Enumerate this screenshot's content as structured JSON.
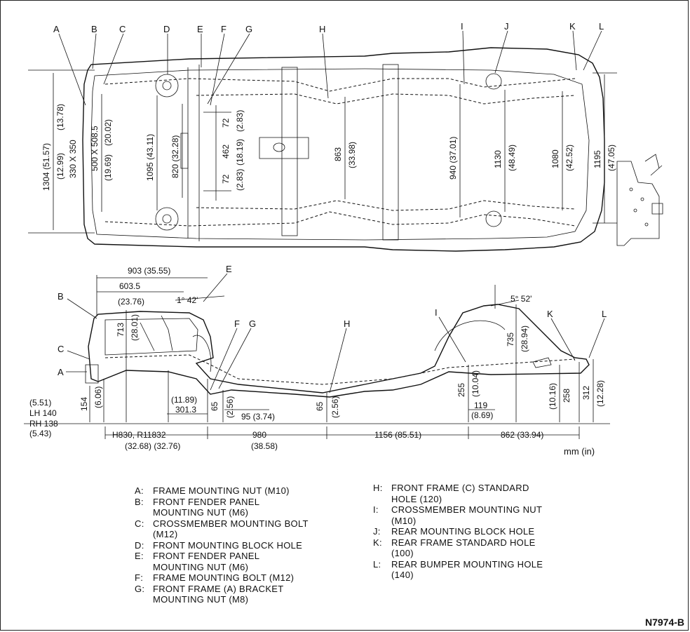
{
  "figure_id": "N7974-B",
  "units": "mm (in)",
  "top_view": {
    "point_letters": [
      "A",
      "B",
      "C",
      "D",
      "E",
      "F",
      "G",
      "H",
      "I",
      "J",
      "K",
      "L"
    ],
    "dims": {
      "d1304": "1304 (51.57)",
      "d12_99": "(12.99)",
      "d13_78": "(13.78)",
      "d330": "330 X 350",
      "d500": "500 X 508.5",
      "d19_69": "(19.69)",
      "d20_02": "(20.02)",
      "d1095": "1095 (43.11)",
      "d820": "820 (32.28)",
      "d72a": "72",
      "d2_83a": "(2.83)",
      "d462": "462",
      "d18_19": "(18.19)",
      "d72b": "72",
      "d2_83b": "(2.83)",
      "d863": "863",
      "d33_98": "(33.98)",
      "d940": "940 (37.01)",
      "d1130": "1130",
      "d48_49": "(48.49)",
      "d1080": "1080",
      "d42_52": "(42.52)",
      "d1195": "1195",
      "d47_05": "(47.05)"
    }
  },
  "side_view": {
    "point_letters": [
      "A",
      "B",
      "C",
      "E",
      "F",
      "G",
      "H",
      "I",
      "K",
      "L"
    ],
    "dims": {
      "d903": "903 (35.55)",
      "d603": "603.5",
      "d23_76": "(23.76)",
      "angle1": "1° 42'",
      "d713": "713",
      "d28_01": "(28.01)",
      "d5_51": "(5.51)",
      "lh140": "LH 140",
      "rh138": "RH 138",
      "d5_43": "(5.43)",
      "d154": "154",
      "d6_06": "(6.06)",
      "d11_89": "(11.89)",
      "d301": "301.3",
      "d65a": "65",
      "d2_56a": "(2.56)",
      "d95": "95 (3.74)",
      "d65b": "65",
      "d2_56b": "(2.56)",
      "angle2": "5° 52'",
      "d735": "735",
      "d28_94": "(28.94)",
      "d255": "255",
      "d10_04": "(10.04)",
      "d119": "119",
      "d8_69": "(8.69)",
      "d258": "258",
      "d10_16": "(10.16)",
      "d312": "312",
      "d12_28": "(12.28)",
      "h830": "H830, R11832",
      "d32_68": "(32.68) (32.76)",
      "d980": "980",
      "d38_58": "(38.58)",
      "d1156": "1156 (85.51)",
      "d862": "862 (33.94)"
    }
  },
  "legend_left": [
    {
      "key": "A:",
      "text": "FRAME MOUNTING NUT (M10)"
    },
    {
      "key": "B:",
      "text": "FRONT FENDER PANEL\nMOUNTING NUT (M6)"
    },
    {
      "key": "C:",
      "text": "CROSSMEMBER MOUNTING BOLT\n(M12)"
    },
    {
      "key": "D:",
      "text": "FRONT MOUNTING BLOCK HOLE"
    },
    {
      "key": "E:",
      "text": "FRONT FENDER PANEL\nMOUNTING NUT (M6)"
    },
    {
      "key": "F:",
      "text": "FRAME MOUNTING BOLT (M12)"
    },
    {
      "key": "G:",
      "text": "FRONT FRAME (A) BRACKET\nMOUNTING NUT (M8)"
    }
  ],
  "legend_right": [
    {
      "key": "H:",
      "text": "FRONT FRAME (C) STANDARD\nHOLE (120)"
    },
    {
      "key": "I:",
      "text": "CROSSMEMBER MOUNTING NUT\n(M10)"
    },
    {
      "key": "J:",
      "text": "REAR MOUNTING BLOCK HOLE"
    },
    {
      "key": "K:",
      "text": "REAR FRAME STANDARD HOLE\n(100)"
    },
    {
      "key": "L:",
      "text": "REAR BUMPER MOUNTING HOLE\n(140)"
    }
  ]
}
